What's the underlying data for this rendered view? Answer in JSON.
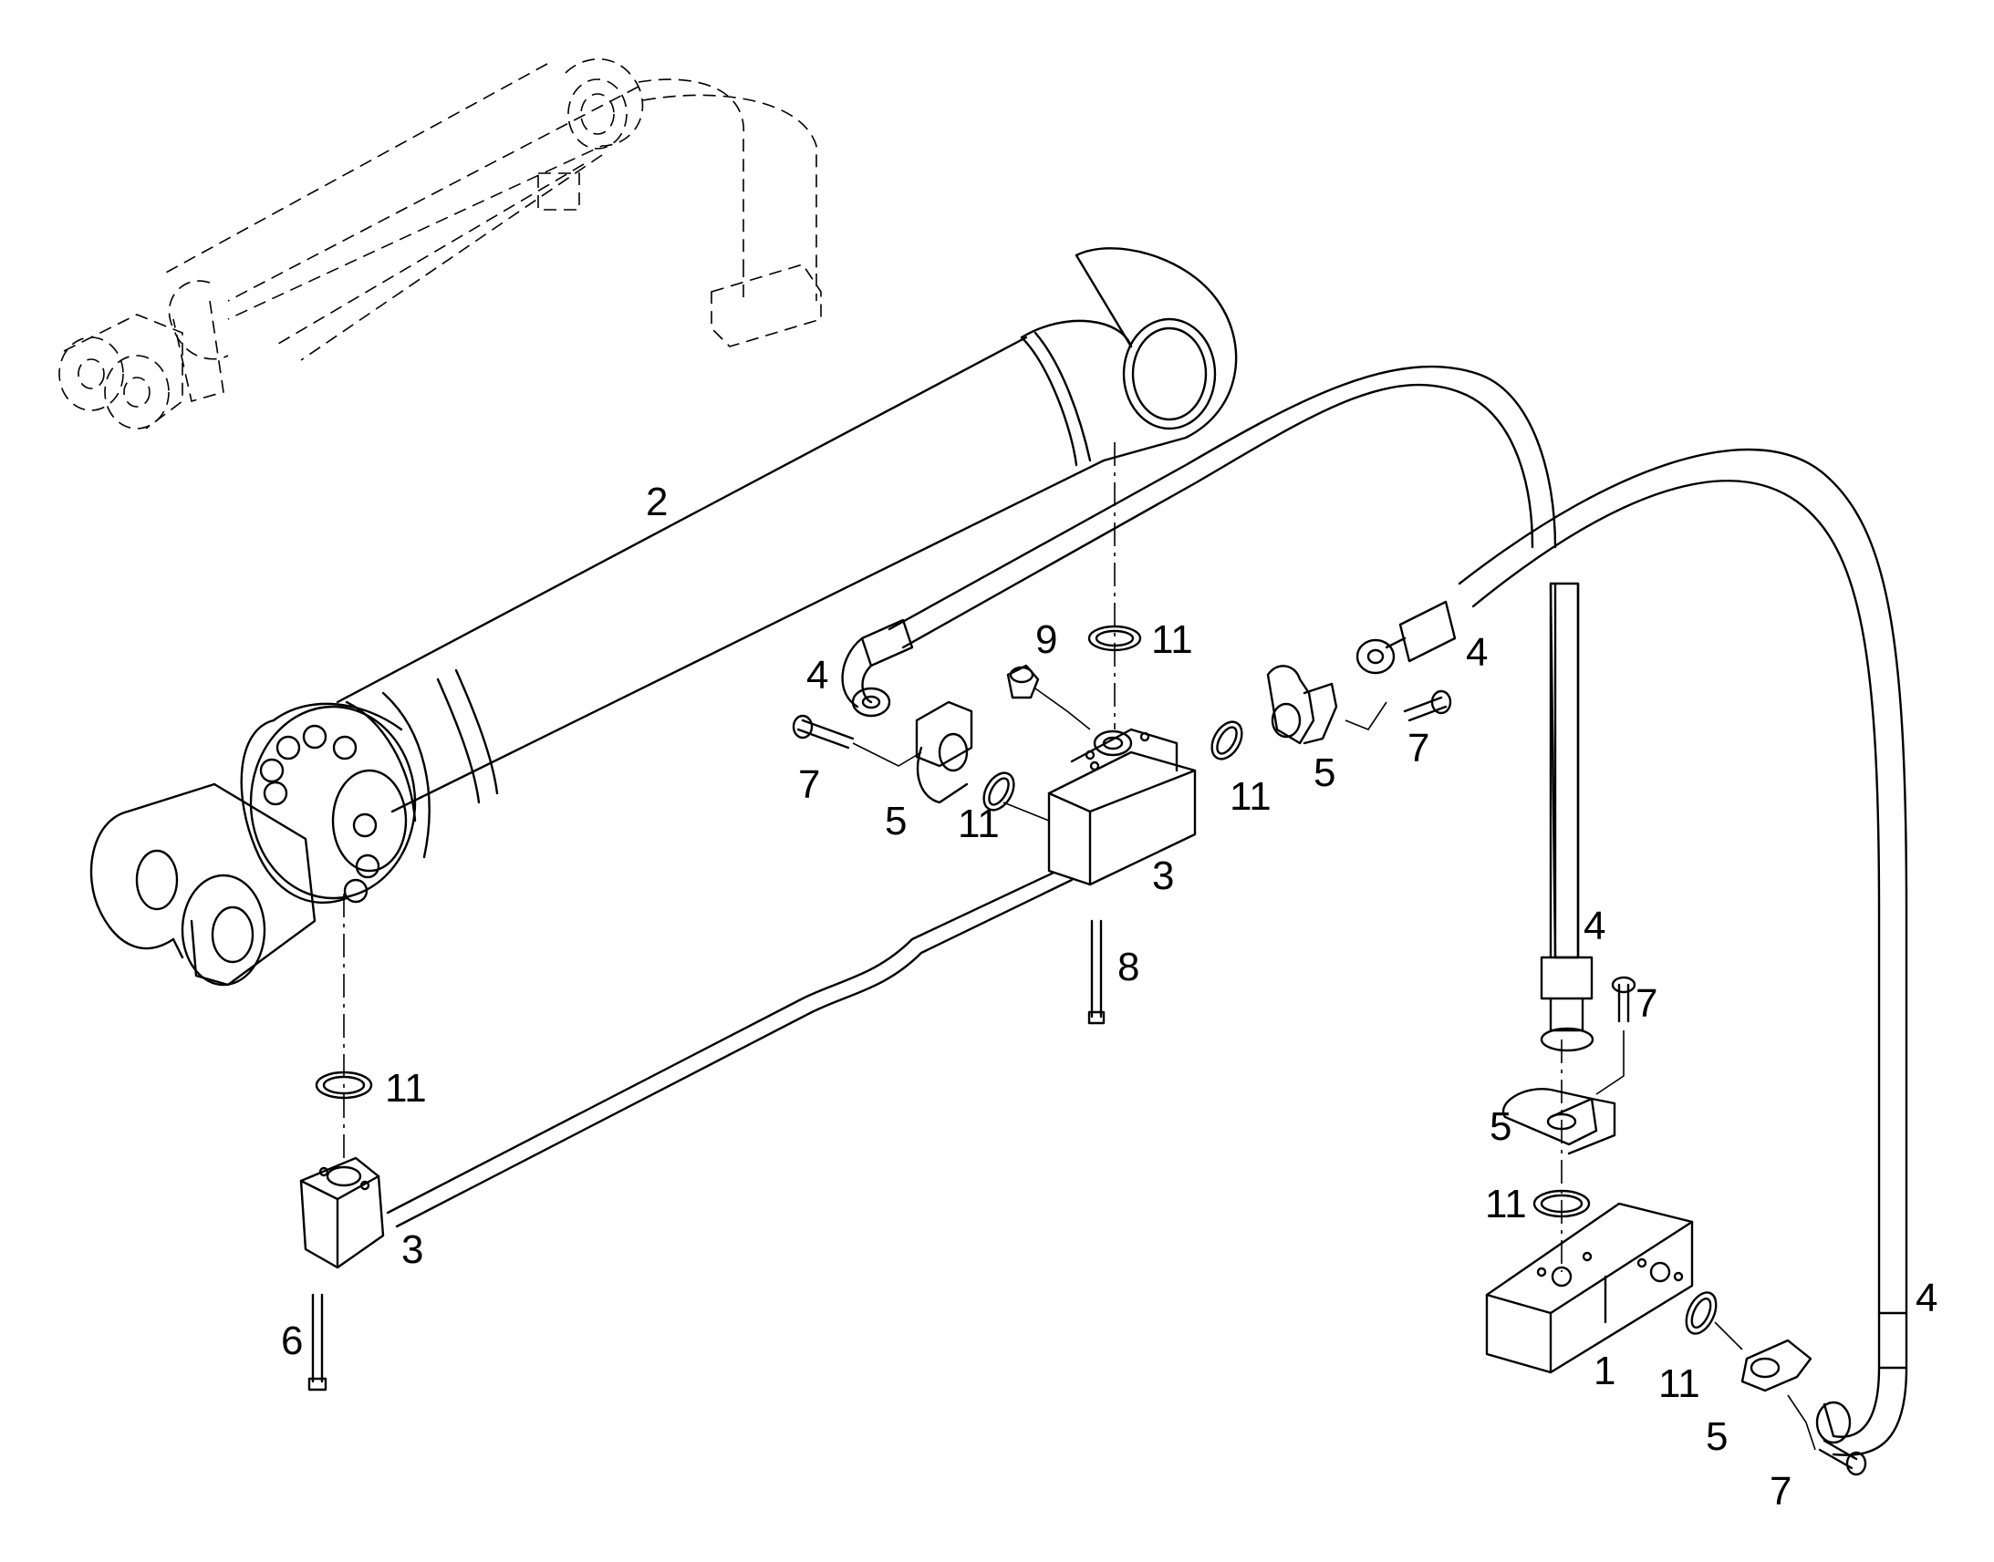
{
  "labels": [
    {
      "id": "l2",
      "text": "2"
    },
    {
      "id": "l9",
      "text": "9"
    },
    {
      "id": "l11a",
      "text": "11"
    },
    {
      "id": "l4a",
      "text": "4"
    },
    {
      "id": "l7a",
      "text": "7"
    },
    {
      "id": "l5a",
      "text": "5"
    },
    {
      "id": "l11b",
      "text": "11"
    },
    {
      "id": "l3a",
      "text": "3"
    },
    {
      "id": "l8",
      "text": "8"
    },
    {
      "id": "l11c",
      "text": "11"
    },
    {
      "id": "l5b",
      "text": "5"
    },
    {
      "id": "l7b",
      "text": "7"
    },
    {
      "id": "l4b",
      "text": "4"
    },
    {
      "id": "l4c",
      "text": "4"
    },
    {
      "id": "l7c",
      "text": "7"
    },
    {
      "id": "l5c",
      "text": "5"
    },
    {
      "id": "l11d",
      "text": "11"
    },
    {
      "id": "l11e",
      "text": "11"
    },
    {
      "id": "l3b",
      "text": "3"
    },
    {
      "id": "l6",
      "text": "6"
    },
    {
      "id": "l1",
      "text": "1"
    },
    {
      "id": "l11f",
      "text": "11"
    },
    {
      "id": "l5d",
      "text": "5"
    },
    {
      "id": "l7d",
      "text": "7"
    },
    {
      "id": "l4d",
      "text": "4"
    }
  ]
}
